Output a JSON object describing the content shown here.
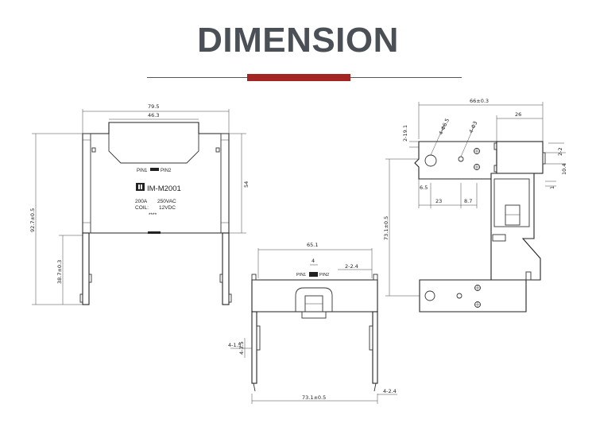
{
  "header": {
    "title": "DIMENSION",
    "accent_color": "#a22523"
  },
  "front_view": {
    "dims": {
      "overall_width": "79.5",
      "window_width": "46.3",
      "body_height": "54",
      "total_height": "92.7±0.5",
      "leg_height": "38.7±0.3"
    },
    "pin_labels": {
      "pin1": "PIN1",
      "pin2": "PIN2"
    },
    "logo_text": "IM-M2001",
    "rating_current": "200A",
    "rating_voltage": "250VAC",
    "coil_label": "COIL:",
    "coil_value": "12VDC",
    "marking": "****"
  },
  "bottom_view": {
    "dims": {
      "top_width": "65.1",
      "pin_width": "4",
      "pin_gap": "2-2.4",
      "left_a": "4-1.5",
      "left_b": "4-3.5",
      "bottom_width": "73.1±0.5",
      "right_b": "4-2.4"
    },
    "pin_labels": {
      "pin1": "PIN1",
      "pin2": "PIN2"
    }
  },
  "side_view": {
    "dims": {
      "overall_width": "66±0.3",
      "right_width": "26",
      "hole_a": "2-19.1",
      "hole_b": "4-Φ6.5",
      "hole_c": "4-Φ3",
      "right_gap": "2-2",
      "tab_h": "10.4",
      "tab_gap": "1",
      "left_edge": "6.5",
      "spacing_a": "23",
      "spacing_b": "8.7",
      "height": "73.1±0.5"
    }
  }
}
